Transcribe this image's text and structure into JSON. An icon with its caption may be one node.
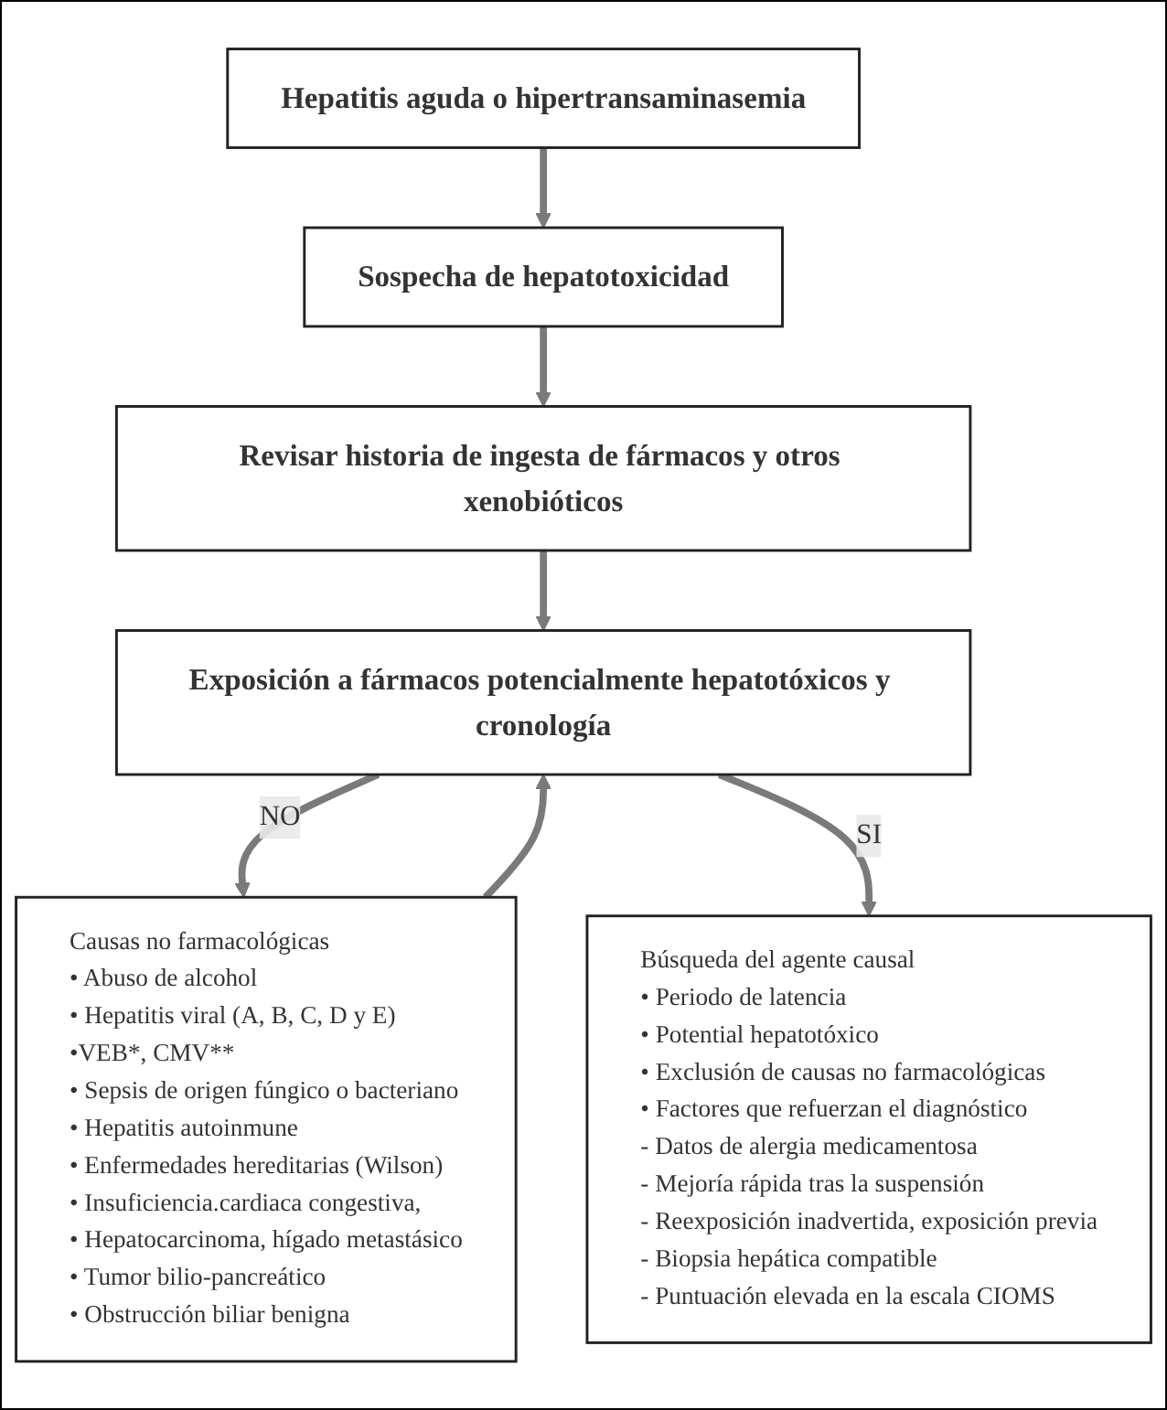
{
  "diagram": {
    "nodes": [
      {
        "text": [
          "Hepatitis aguda o hipertransaminasemia"
        ]
      },
      {
        "text": [
          "Sospecha de hepatotoxicidad"
        ]
      },
      {
        "text": [
          "Revisar historia de ingesta de fármacos y otros xenobióticos"
        ]
      },
      {
        "text": [
          "Exposición a fármacos potencialmente hepatotóxicos y cronología"
        ]
      },
      {
        "text": [
          "Causas no farmacológicas",
          "• Abuso de alcohol",
          "• Hepatitis viral (A, B, C, D y E)",
          "•VEB*, CMV**",
          "• Sepsis de origen fúngico o bacteriano",
          "• Hepatitis autoinmune",
          "• Enfermedades hereditarias (Wilson)",
          "• Insuficiencia.cardiaca congestiva,",
          "• Hepatocarcinoma, hígado metastásico",
          "• Tumor bilio-pancreático",
          "• Obstrucción biliar benigna"
        ]
      },
      {
        "text": [
          "Búsqueda del agente causal",
          "• Periodo de latencia",
          "• Potential hepatotóxico",
          "• Exclusión de causas no farmacológicas",
          "• Factores que refuerzan el diagnóstico",
          "- Datos de alergia medicamentosa",
          "- Mejoría rápida tras la suspensión",
          "- Reexposición inadvertida, exposición previa",
          "- Biopsia hepática compatible",
          "- Puntuación elevada en la escala CIOMS"
        ]
      }
    ],
    "edges": [
      {
        "from": 0,
        "to": 1,
        "arrow": "to"
      },
      {
        "from": 1,
        "to": 2,
        "arrow": "to"
      },
      {
        "from": 2,
        "to": 3,
        "arrow": "to"
      },
      {
        "from": 3,
        "to": 4,
        "arrow": "to",
        "label": "NO"
      },
      {
        "from": 4,
        "to": 3,
        "arrow": "to"
      },
      {
        "from": 3,
        "to": 5,
        "arrow": "to",
        "label": "SI"
      }
    ]
  }
}
